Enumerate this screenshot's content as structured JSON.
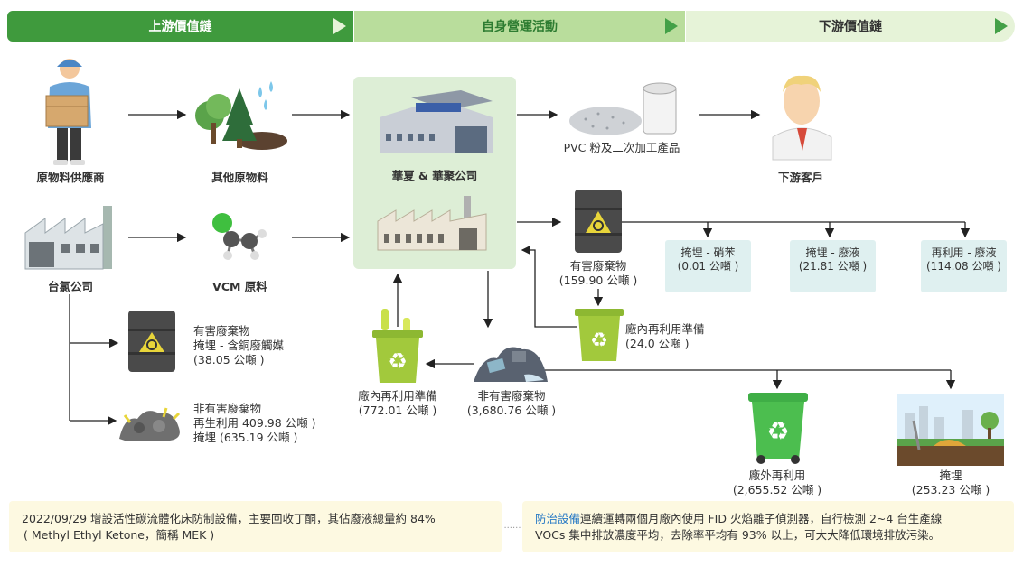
{
  "banners": {
    "upstream": "上游價值鏈",
    "own": "自身營運活動",
    "downstream": "下游價值鏈"
  },
  "labels": {
    "supplier": "原物料供應商",
    "other_materials": "其他原物料",
    "company_main": "華夏 & 華聚公司",
    "pvc_products": "PVC 粉及二次加工產品",
    "customers": "下游客戶",
    "taikai": "台氯公司",
    "vcm": "VCM 原料"
  },
  "taikai_hazardous": {
    "title": "有害廢棄物",
    "line1": "掩埋 - 含銅廢觸媒",
    "line2": "(38.05 公噸 )"
  },
  "taikai_nonhazardous": {
    "title": "非有害廢棄物",
    "line1": "再生利用 409.98 公噸 )",
    "line2": "掩埋 (635.19 公噸 )"
  },
  "hazardous": {
    "title": "有害廢棄物",
    "amount": "(159.90 公噸 )"
  },
  "hazardous_destinations": [
    {
      "title": "掩埋 - 硝苯",
      "amount": "(0.01 公噸 )"
    },
    {
      "title": "掩埋 - 廢液",
      "amount": "(21.81 公噸 )"
    },
    {
      "title": "再利用 - 廢液",
      "amount": "(114.08 公噸 )"
    }
  ],
  "inplant_reuse_hazardous": {
    "title": "廠內再利用準備",
    "amount": "(24.0 公噸 )"
  },
  "inplant_reuse_nonhazardous": {
    "title": "廠內再利用準備",
    "amount": "(772.01 公噸 )"
  },
  "nonhazardous": {
    "title": "非有害廢棄物",
    "amount": "(3,680.76 公噸 )"
  },
  "offsite_reuse": {
    "title": "廠外再利用",
    "amount": "(2,655.52 公噸 )"
  },
  "landfill": {
    "title": "掩埋",
    "amount": "(253.23 公噸 )"
  },
  "notes": {
    "left_line1": "2022/09/29 增設活性碳流體化床防制設備，主要回收丁酮，其佔廢液總量約 84%",
    "left_line2": "( Methyl Ethyl Ketone，簡稱 MEK )",
    "right_link": "防治設備",
    "right_line1": "連續運轉兩個月廠內使用 FID 火焰離子偵測器，自行檢測 2~4 台生產線",
    "right_line2": "VOCs 集中排放濃度平均，去除率平均有 93% 以上，可大大降低環境排放污染。",
    "connector": "......"
  },
  "colors": {
    "dark_green": "#3f9a3d",
    "mid_green": "#b9dd9c",
    "light_green": "#e6f3d8",
    "panel": "#ddeed6",
    "box": "#dff0f0",
    "note": "#fdf9e1"
  },
  "icons": [
    "worker-icon",
    "trees-icon",
    "factory-icon",
    "pvc-icon",
    "customer-icon",
    "plant-icon",
    "vcm-molecule-icon",
    "barrel-icon",
    "recycle-bin-icon",
    "scrap-icon",
    "landfill-icon"
  ]
}
